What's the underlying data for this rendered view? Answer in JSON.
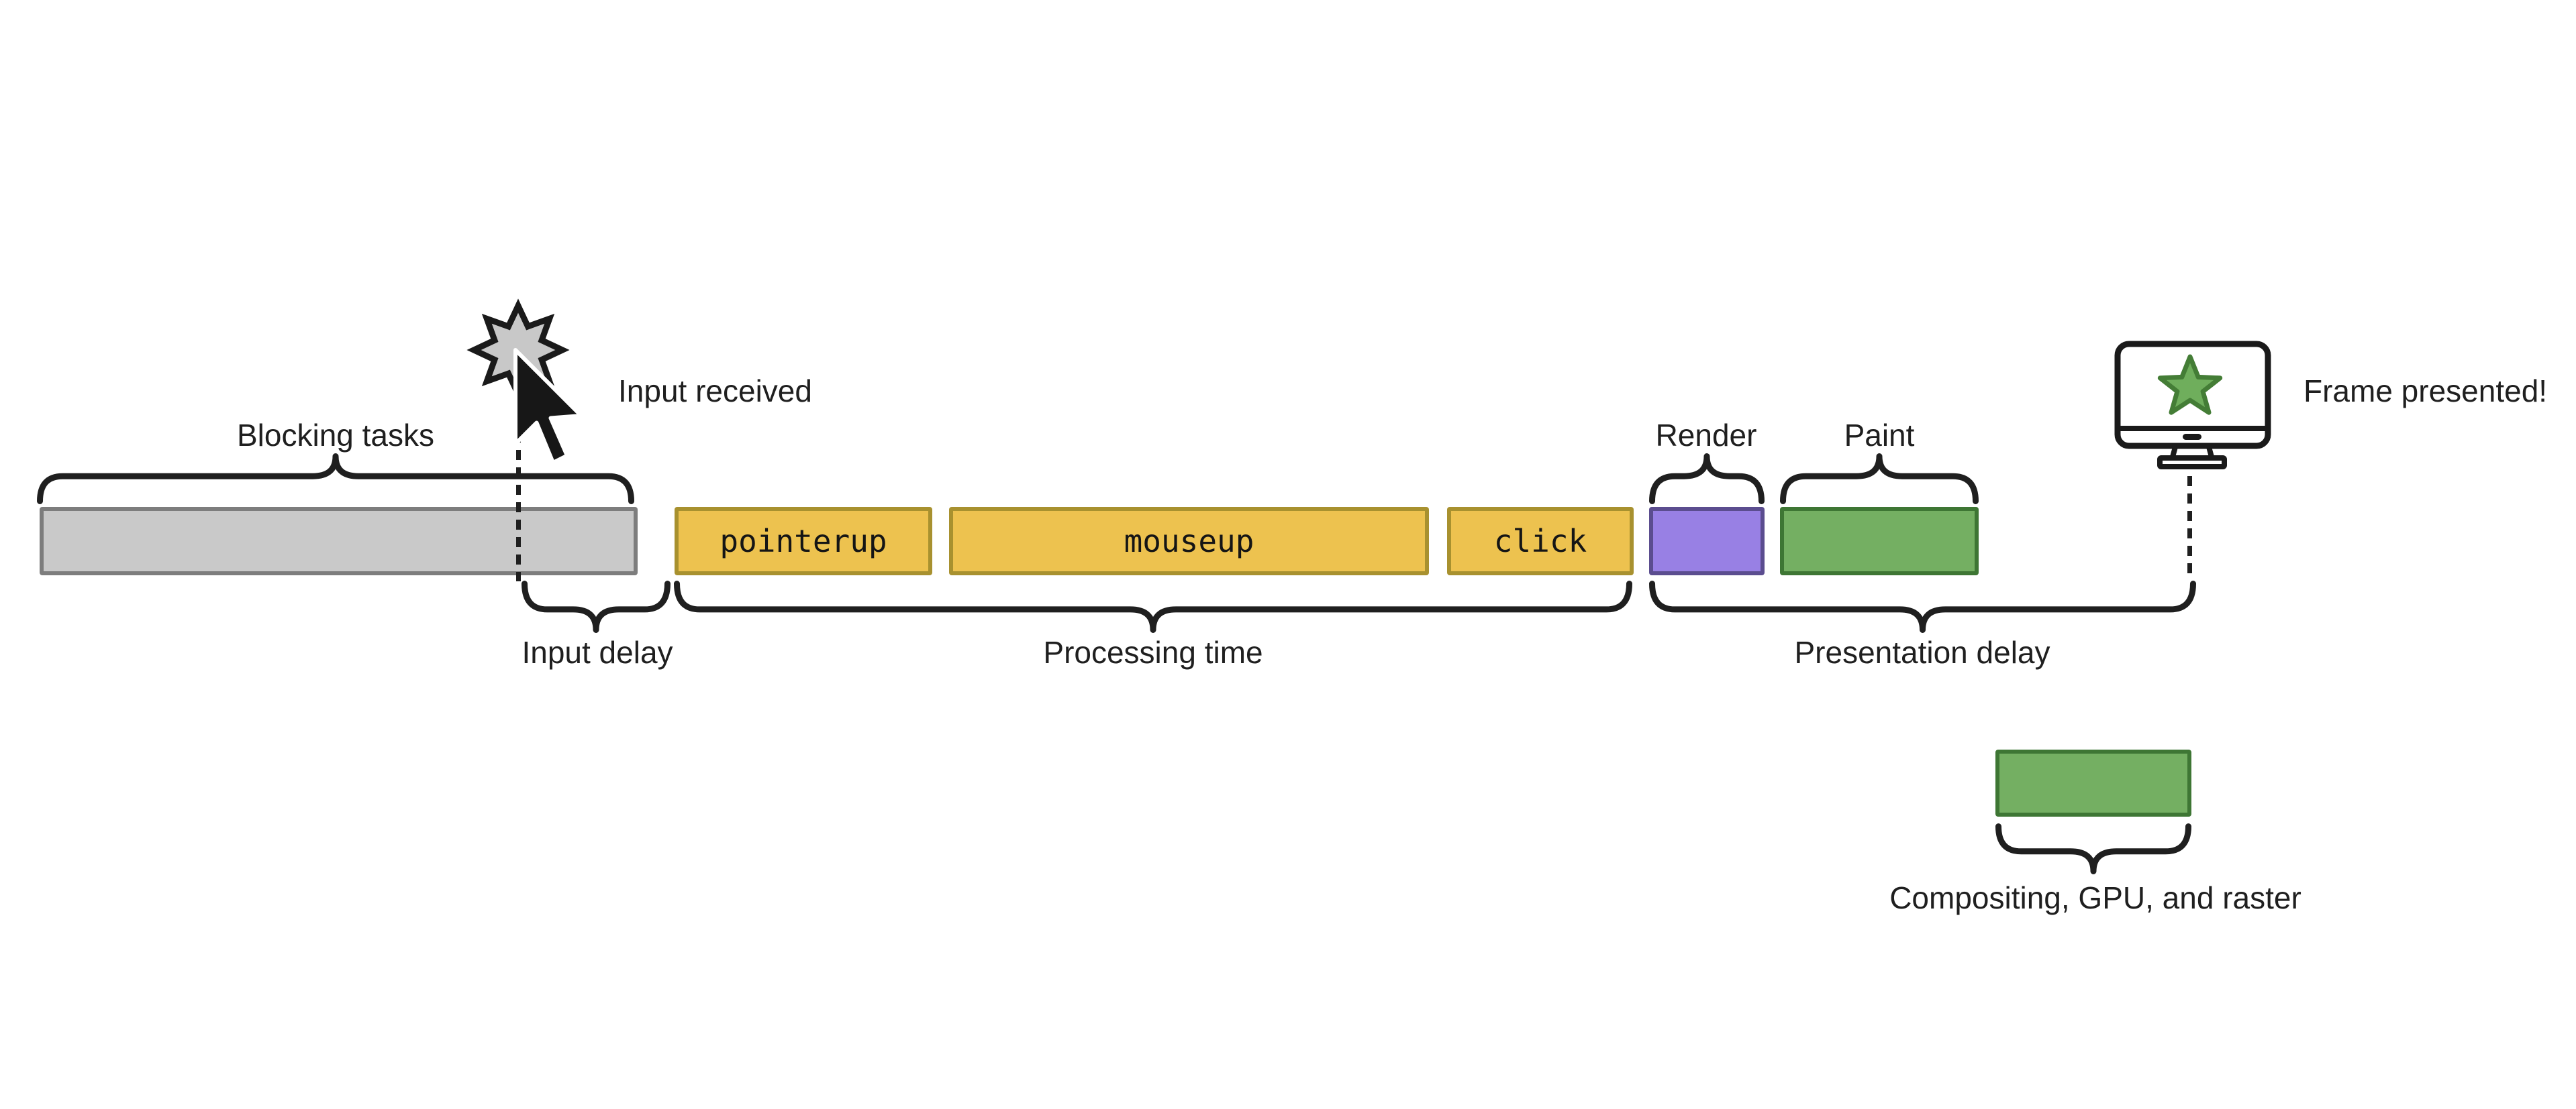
{
  "labels": {
    "blocking_tasks": "Blocking tasks",
    "input_received": "Input received",
    "input_delay": "Input delay",
    "processing_time": "Processing time",
    "render": "Render",
    "paint": "Paint",
    "presentation_delay": "Presentation delay",
    "frame_presented": "Frame presented!",
    "compositing_gpu_raster": "Compositing, GPU, and raster"
  },
  "event_bars": [
    {
      "label": "pointerup"
    },
    {
      "label": "mouseup"
    },
    {
      "label": "click"
    }
  ],
  "icons": {
    "click_burst": "click-burst-icon",
    "mouse_cursor": "mouse-cursor-icon",
    "monitor": "monitor-icon",
    "frame_star": "star-icon"
  },
  "colors": {
    "blocking_fill": "#c9c9c9",
    "blocking_border": "#7d7d7d",
    "event_fill": "#edc24f",
    "event_border": "#a8912f",
    "render_fill": "#9880e4",
    "render_border": "#5b4d8f",
    "paint_fill": "#74af62",
    "paint_border": "#3e7634",
    "ink": "#1f1f1f"
  }
}
